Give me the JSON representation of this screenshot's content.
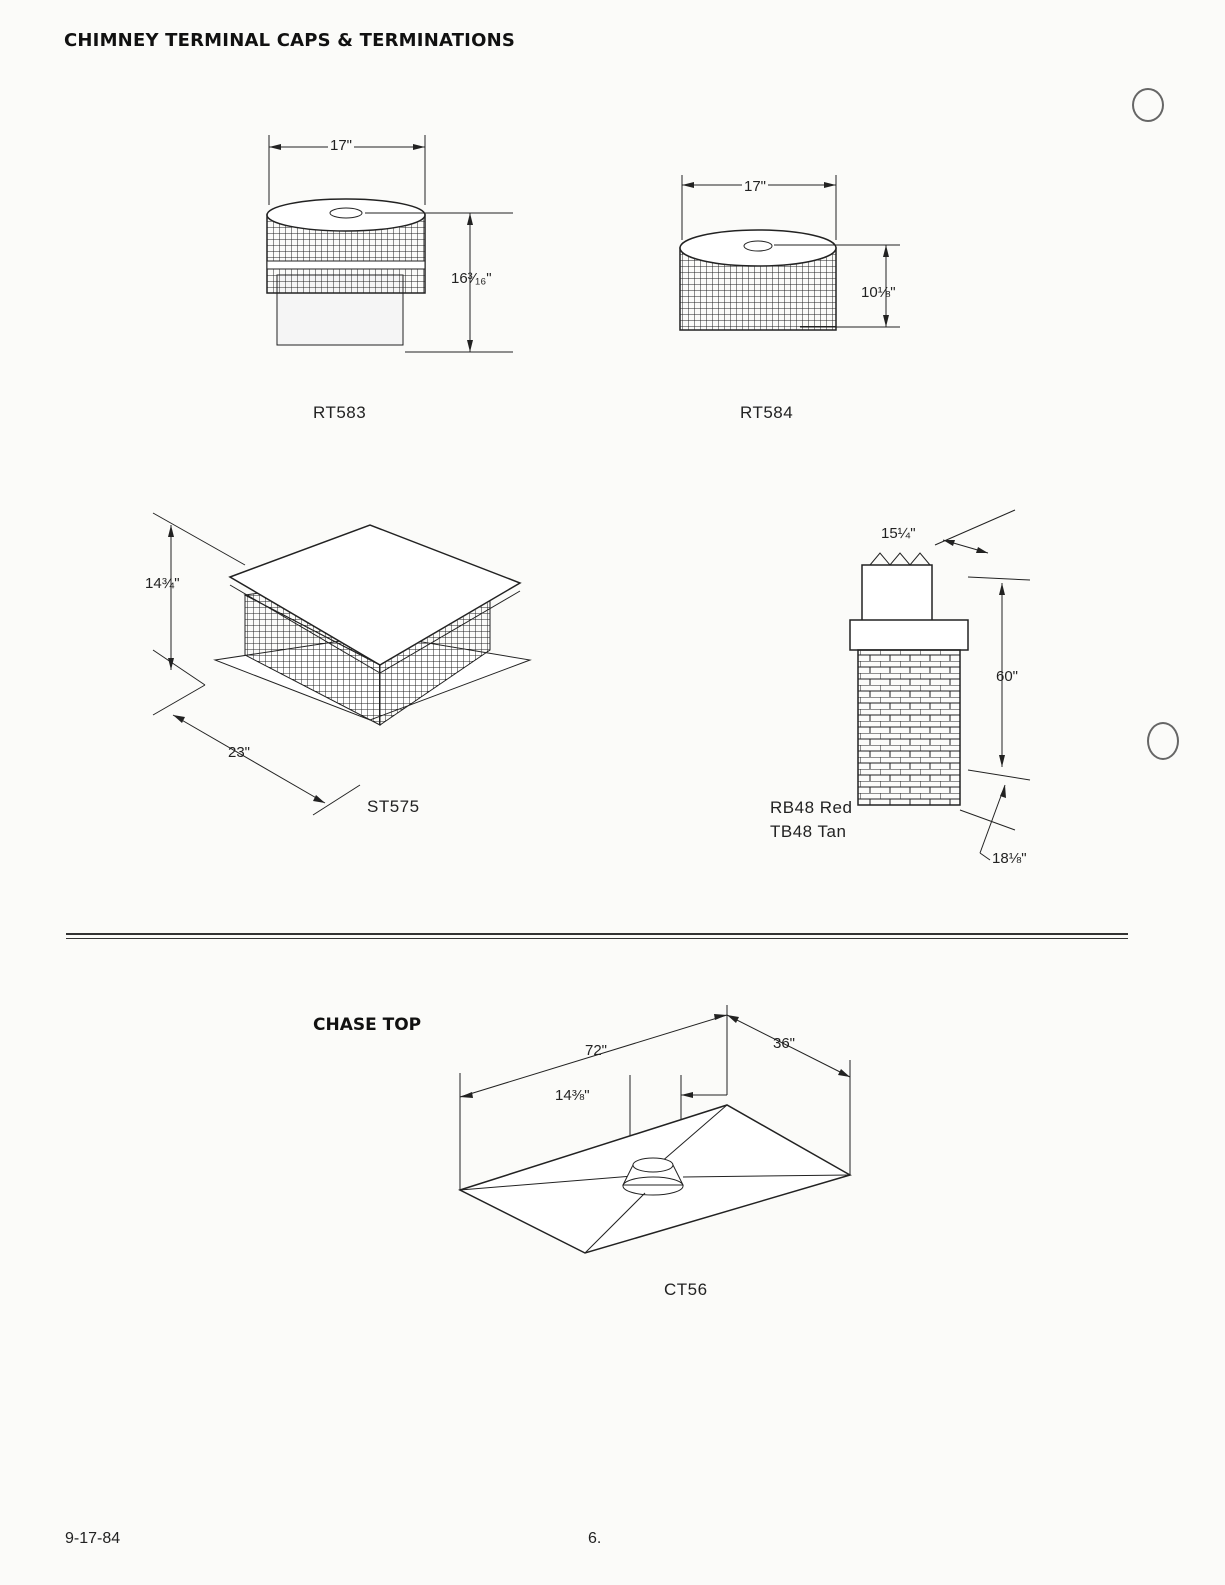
{
  "header": {
    "title": "CHIMNEY TERMINAL CAPS & TERMINATIONS"
  },
  "figures": {
    "rt583": {
      "model": "RT583",
      "width": "17\"",
      "height": "16³⁄₁₆\""
    },
    "rt584": {
      "model": "RT584",
      "width": "17\"",
      "height": "10⅛\""
    },
    "st575": {
      "model": "ST575",
      "height": "14¾\"",
      "width": "23\""
    },
    "chimney": {
      "model_red": "RB48 Red",
      "model_tan": "TB48 Tan",
      "top": "15¼\"",
      "height": "60\"",
      "base": "18⅛\""
    }
  },
  "chase_top": {
    "heading": "CHASE TOP",
    "model": "CT56",
    "length": "72\"",
    "width": "36\"",
    "offset": "14⅜\""
  },
  "footer": {
    "date": "9-17-84",
    "page": "6."
  }
}
